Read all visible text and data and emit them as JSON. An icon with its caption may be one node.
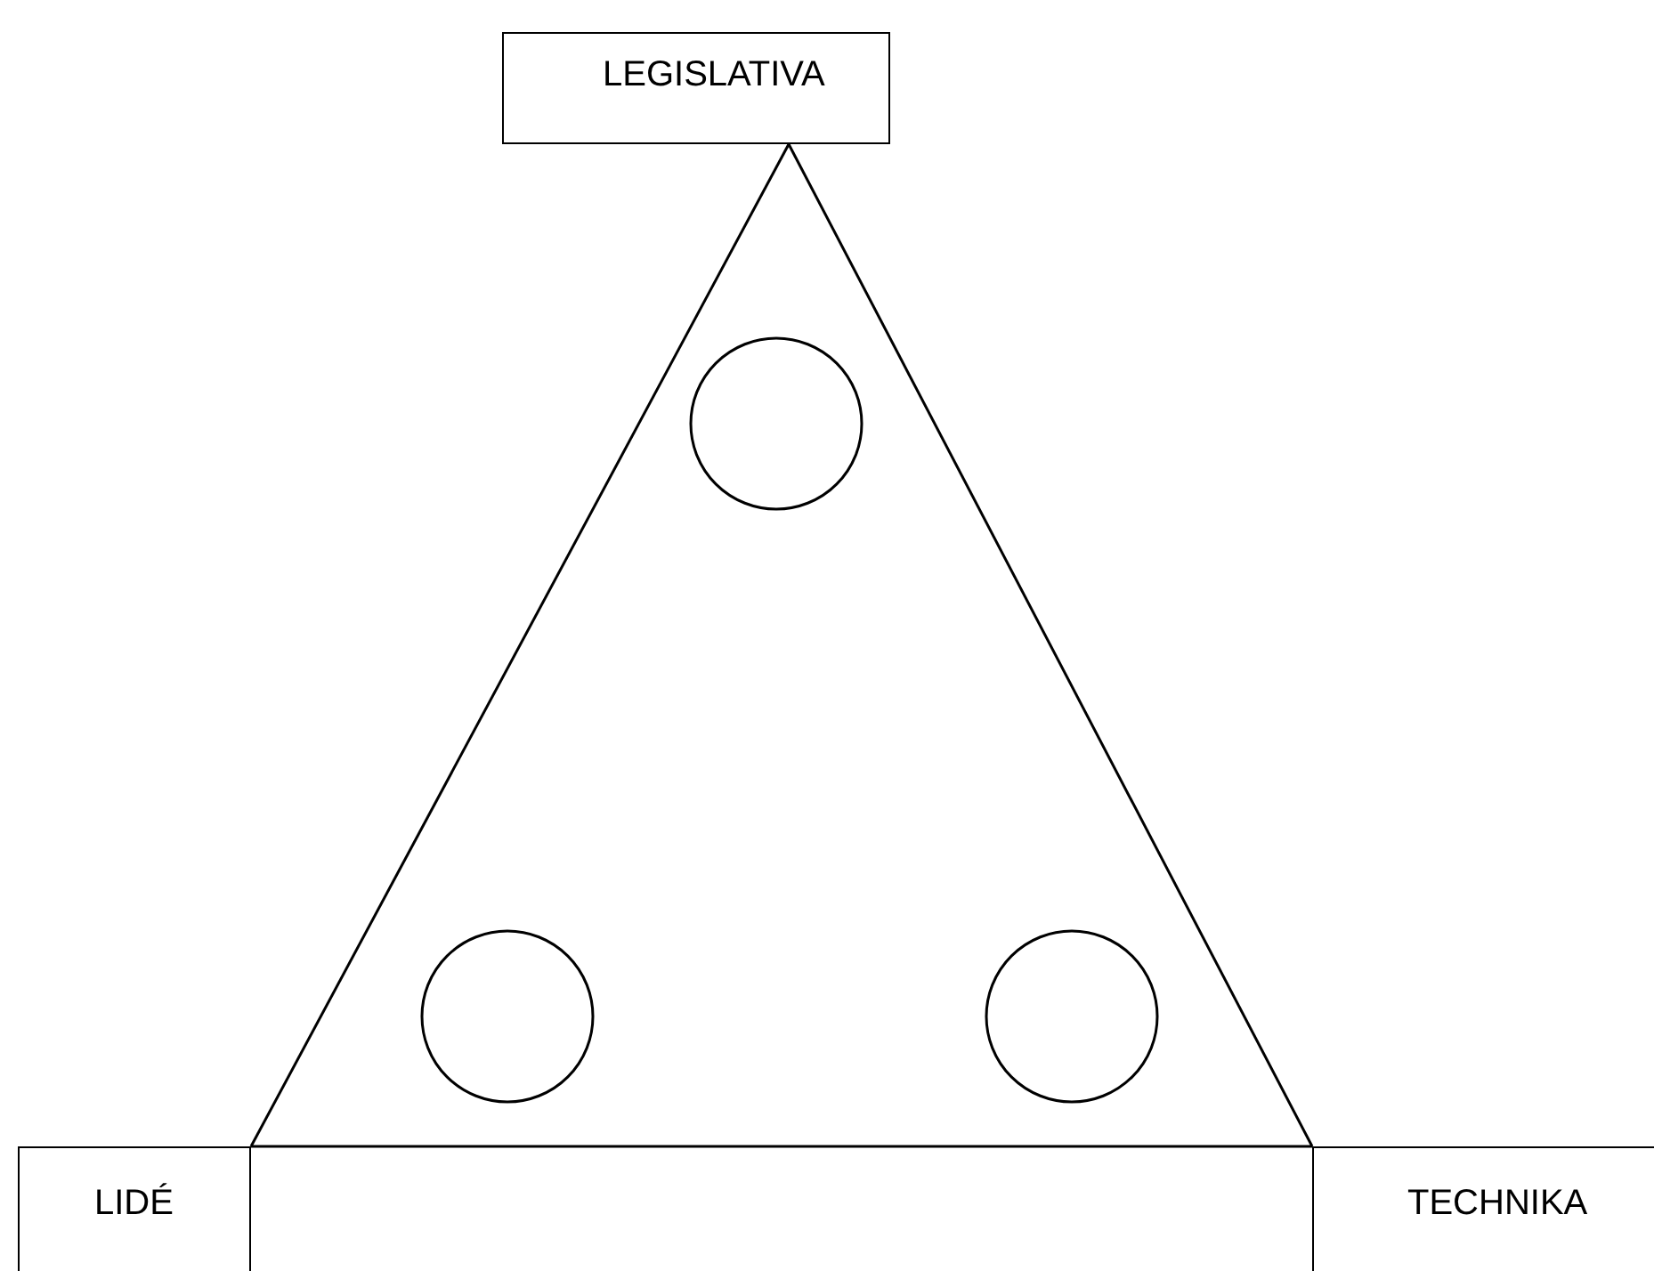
{
  "diagram": {
    "nodes": [
      {
        "text": [
          "LEGISLATIVA"
        ]
      },
      {
        "text": [
          "LIDÉ"
        ]
      },
      {
        "text": [
          "TECHNIKA"
        ]
      },
      {
        "text": [],
        "shape": "circle"
      },
      {
        "text": [],
        "shape": "circle"
      },
      {
        "text": [],
        "shape": "circle"
      }
    ],
    "edges": [
      {
        "from": 0,
        "to": 1,
        "arrow": "none"
      },
      {
        "from": 1,
        "to": 2,
        "arrow": "none"
      },
      {
        "from": 2,
        "to": 0,
        "arrow": "none"
      }
    ]
  }
}
